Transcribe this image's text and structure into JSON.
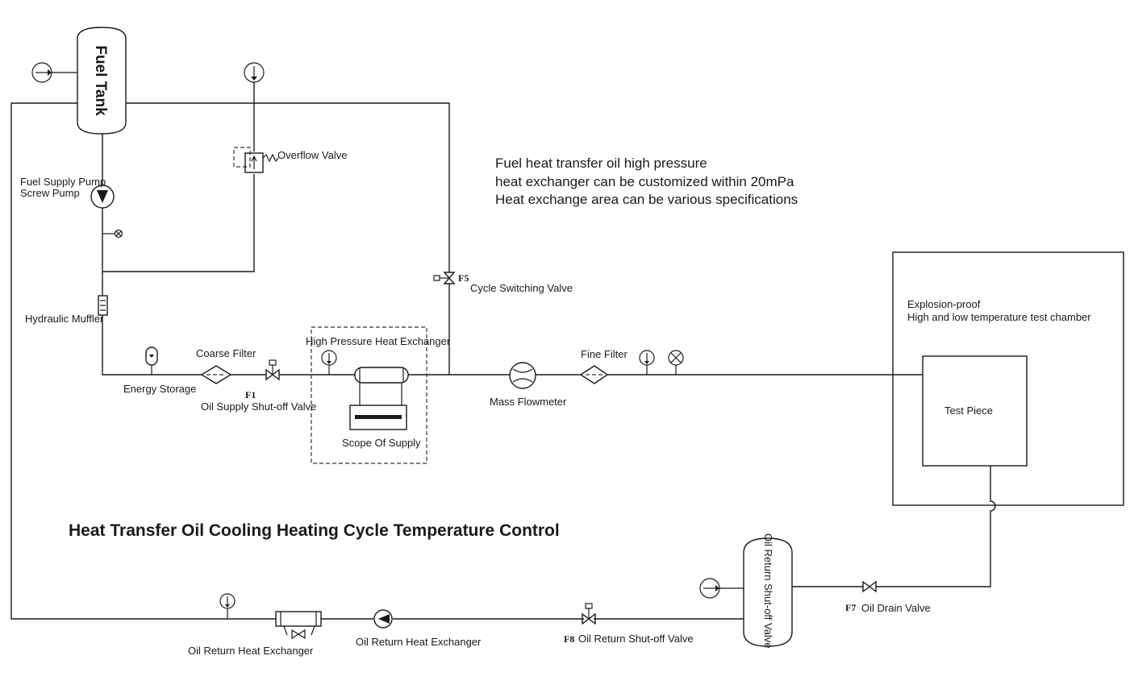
{
  "title": "Heat Transfer Oil Cooling Heating Cycle Temperature Control",
  "notes": [
    "Fuel heat transfer oil high pressure",
    "heat exchanger can be customized within 20mPa",
    "Heat exchange area can be various specifications"
  ],
  "components": {
    "fuel_tank": "Fuel Tank",
    "overflow_valve": "Overflow Valve",
    "fuel_supply_pump_1": "Fuel Supply Pump",
    "fuel_supply_pump_2": "Screw Pump",
    "hydraulic_muffler": "Hydraulic Muffler",
    "energy_storage": "Energy Storage",
    "coarse_filter": "Coarse Filter",
    "f1_tag": "F1",
    "oil_supply_valve": "Oil Supply Shut-off Valve",
    "hp_heat_exchanger": "High Pressure Heat Exchanger",
    "scope_of_supply": "Scope Of Supply",
    "f5_tag": "F5",
    "cycle_switching_valve": "Cycle Switching Valve",
    "mass_flowmeter": "Mass Flowmeter",
    "fine_filter": "Fine Filter",
    "chamber_1": "Explosion-proof",
    "chamber_2": "High and low temperature test chamber",
    "test_piece": "Test Piece",
    "return_tank": "Oil Return Shut-off Valve",
    "f7_tag": "F7",
    "oil_drain_valve": "Oil Drain Valve",
    "f8_tag": "F8",
    "oil_return_valve": "Oil Return Shut-off Valve",
    "return_hx_1": "Oil Return Heat Exchanger",
    "return_hx_2": "Oil Return Heat Exchanger"
  }
}
